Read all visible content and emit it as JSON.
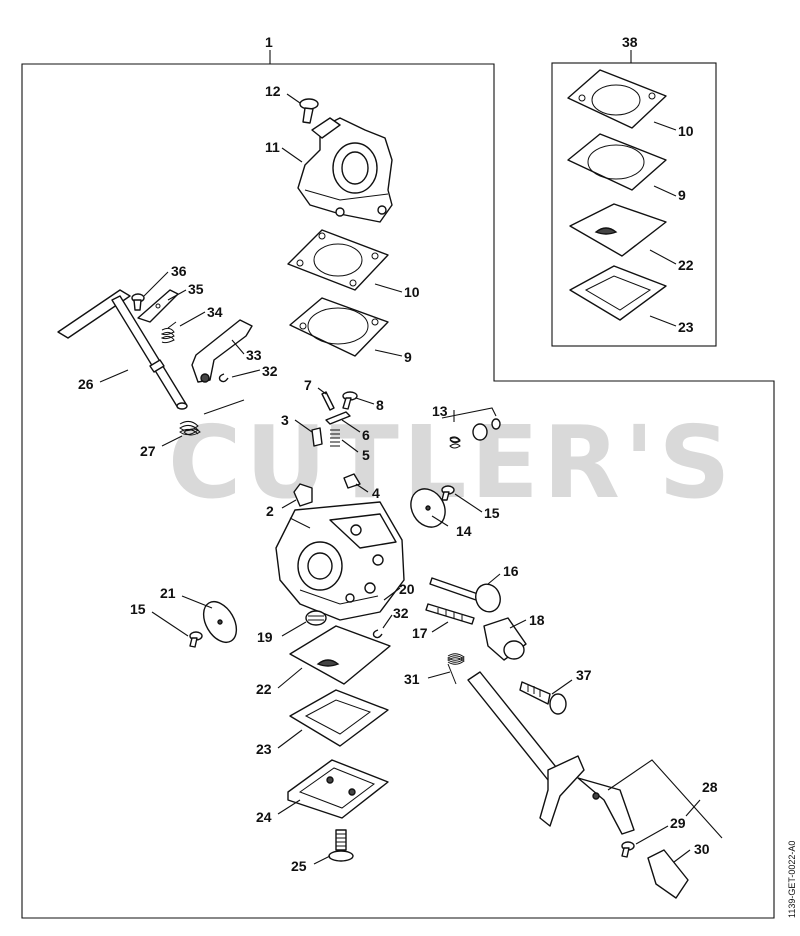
{
  "watermark": "CUTLER'S",
  "drawing_code": "1139-GET-0022-A0",
  "labels": {
    "l1": "1",
    "l2": "2",
    "l3": "3",
    "l4": "4",
    "l5": "5",
    "l6": "6",
    "l7": "7",
    "l8": "8",
    "l9a": "9",
    "l9b": "9",
    "l10a": "10",
    "l10b": "10",
    "l11": "11",
    "l12": "12",
    "l13": "13",
    "l14": "14",
    "l15a": "15",
    "l15b": "15",
    "l16": "16",
    "l17": "17",
    "l18": "18",
    "l19": "19",
    "l20": "20",
    "l21": "21",
    "l22a": "22",
    "l22b": "22",
    "l23a": "23",
    "l23b": "23",
    "l24": "24",
    "l25": "25",
    "l26": "26",
    "l27": "27",
    "l28": "28",
    "l29": "29",
    "l30": "30",
    "l31": "31",
    "l32a": "32",
    "l32b": "32",
    "l33": "33",
    "l34": "34",
    "l35": "35",
    "l36": "36",
    "l37": "37",
    "l38": "38"
  }
}
